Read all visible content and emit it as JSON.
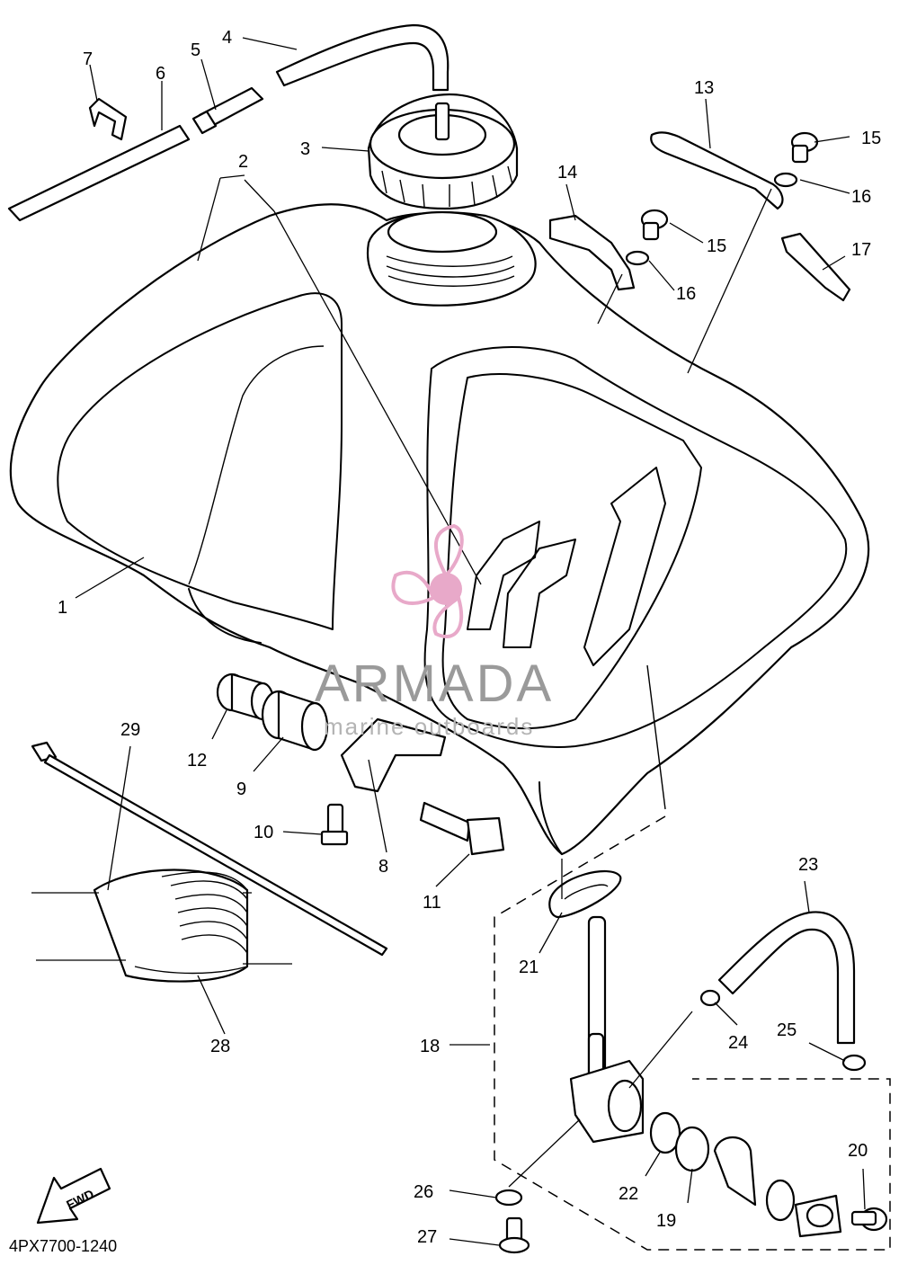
{
  "diagram": {
    "code": "4PX7700-1240",
    "fwd_label": "FWD",
    "callouts": [
      {
        "id": "c1",
        "text": "1"
      },
      {
        "id": "c2",
        "text": "2"
      },
      {
        "id": "c3",
        "text": "3"
      },
      {
        "id": "c4",
        "text": "4"
      },
      {
        "id": "c5",
        "text": "5"
      },
      {
        "id": "c6",
        "text": "6"
      },
      {
        "id": "c7",
        "text": "7"
      },
      {
        "id": "c8",
        "text": "8"
      },
      {
        "id": "c9",
        "text": "9"
      },
      {
        "id": "c10",
        "text": "10"
      },
      {
        "id": "c11",
        "text": "11"
      },
      {
        "id": "c12",
        "text": "12"
      },
      {
        "id": "c13",
        "text": "13"
      },
      {
        "id": "c14",
        "text": "14"
      },
      {
        "id": "c15a",
        "text": "15"
      },
      {
        "id": "c15b",
        "text": "15"
      },
      {
        "id": "c16a",
        "text": "16"
      },
      {
        "id": "c16b",
        "text": "16"
      },
      {
        "id": "c17",
        "text": "17"
      },
      {
        "id": "c18",
        "text": "18"
      },
      {
        "id": "c19",
        "text": "19"
      },
      {
        "id": "c20",
        "text": "20"
      },
      {
        "id": "c21",
        "text": "21"
      },
      {
        "id": "c22",
        "text": "22"
      },
      {
        "id": "c23",
        "text": "23"
      },
      {
        "id": "c24",
        "text": "24"
      },
      {
        "id": "c25",
        "text": "25"
      },
      {
        "id": "c26",
        "text": "26"
      },
      {
        "id": "c27",
        "text": "27"
      },
      {
        "id": "c28",
        "text": "28"
      },
      {
        "id": "c29",
        "text": "29"
      }
    ]
  },
  "watermark": {
    "brand": "ARMADA",
    "tagline": "marine outboards",
    "logo_color": "#e8a9c9"
  }
}
